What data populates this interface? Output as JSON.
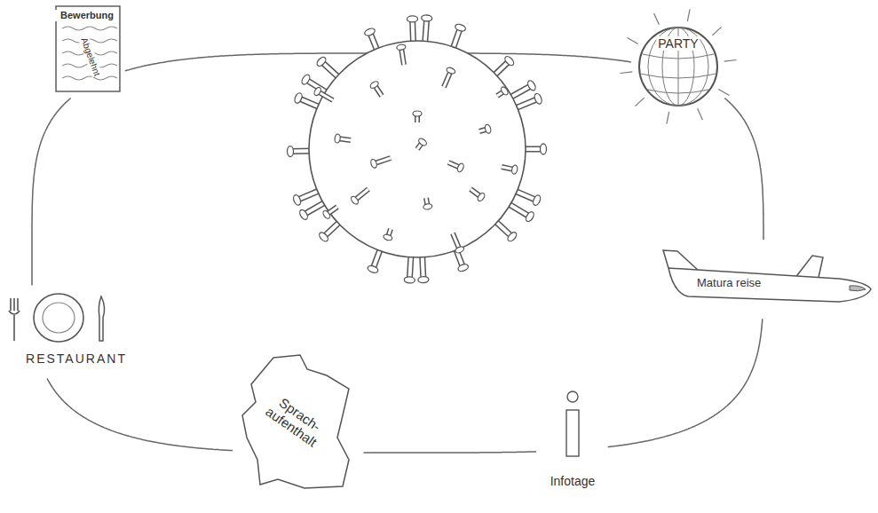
{
  "diagram": {
    "nodes": [
      {
        "text": [
          "Bewerbung",
          "Abgelehnt"
        ]
      },
      {
        "text": [
          "PARTY"
        ]
      },
      {
        "text": [
          "Matura reise"
        ]
      },
      {
        "text": [
          "Infotage"
        ]
      },
      {
        "text": [
          "Sprach- aufenthalt"
        ]
      },
      {
        "text": [
          "RESTAURANT"
        ]
      }
    ],
    "edges": [
      {
        "from": 0,
        "to": 1,
        "arrow": "none"
      },
      {
        "from": 1,
        "to": 2,
        "arrow": "none"
      },
      {
        "from": 2,
        "to": 3,
        "arrow": "none"
      },
      {
        "from": 3,
        "to": 4,
        "arrow": "none"
      },
      {
        "from": 4,
        "to": 5,
        "arrow": "none"
      },
      {
        "from": 5,
        "to": 0,
        "arrow": "none"
      }
    ]
  }
}
